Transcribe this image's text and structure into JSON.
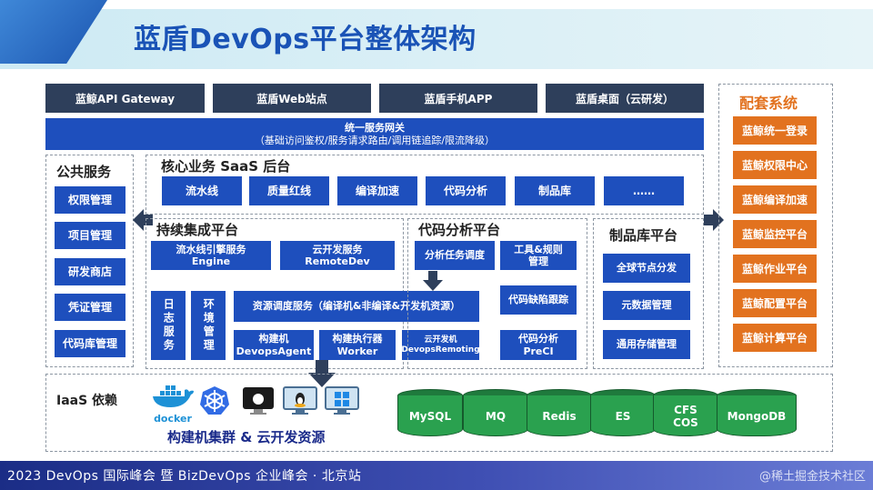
{
  "title": "蓝盾DevOps平台整体架构",
  "top_row": [
    "蓝鲸API Gateway",
    "蓝盾Web站点",
    "蓝盾手机APP",
    "蓝盾桌面（云研发）"
  ],
  "gateway": {
    "title": "统一服务网关",
    "subtitle": "（基础访问鉴权/服务请求路由/调用链追踪/限流降级）"
  },
  "public_services": {
    "title": "公共服务",
    "items": [
      "权限管理",
      "项目管理",
      "研发商店",
      "凭证管理",
      "代码库管理"
    ]
  },
  "core": {
    "title": "核心业务 SaaS 后台",
    "items": [
      "流水线",
      "质量红线",
      "编译加速",
      "代码分析",
      "制品库",
      "……"
    ]
  },
  "ci": {
    "title": "持续集成平台",
    "engine": "流水线引擎服务\nEngine",
    "remote": "云开发服务\nRemoteDev",
    "log": "日志服务",
    "env": "环境管理",
    "dispatch": "资源调度服务（编译机&非编译&开发机资源）",
    "agent": "构建机\nDevopsAgent",
    "worker": "构建执行器\nWorker",
    "remoting": "云开发机\nDevopsRemoting"
  },
  "code_analysis": {
    "title": "代码分析平台",
    "items": [
      "分析任务调度",
      "工具&规则\n管理",
      "代码缺陷跟踪",
      "代码分析\nPreCI"
    ]
  },
  "artifact": {
    "title": "制品库平台",
    "items": [
      "全球节点分发",
      "元数据管理",
      "通用存储管理"
    ]
  },
  "support": {
    "title": "配套系统",
    "items": [
      "蓝鲸统一登录",
      "蓝鲸权限中心",
      "蓝鲸编译加速",
      "蓝鲸监控平台",
      "蓝鲸作业平台",
      "蓝鲸配置平台",
      "蓝鲸计算平台"
    ]
  },
  "iaas": {
    "title": "IaaS 依赖",
    "caption": "构建机集群 & 云开发资源",
    "docker_label": "docker",
    "databases": [
      "MySQL",
      "MQ",
      "Redis",
      "ES",
      "CFS\nCOS",
      "MongoDB"
    ]
  },
  "icons": [
    "docker-icon",
    "kubernetes-icon",
    "apple-icon",
    "linux-icon",
    "windows-icon"
  ],
  "footer": "2023 DevOps 国际峰会 暨 BizDevOps 企业峰会 · 北京站",
  "watermark": "@稀土掘金技术社区",
  "colors": {
    "navy": "#2e3f5b",
    "blue": "#1e4fbd",
    "orange": "#e2721f",
    "green": "#2aa14f",
    "title": "#1a53b6"
  }
}
